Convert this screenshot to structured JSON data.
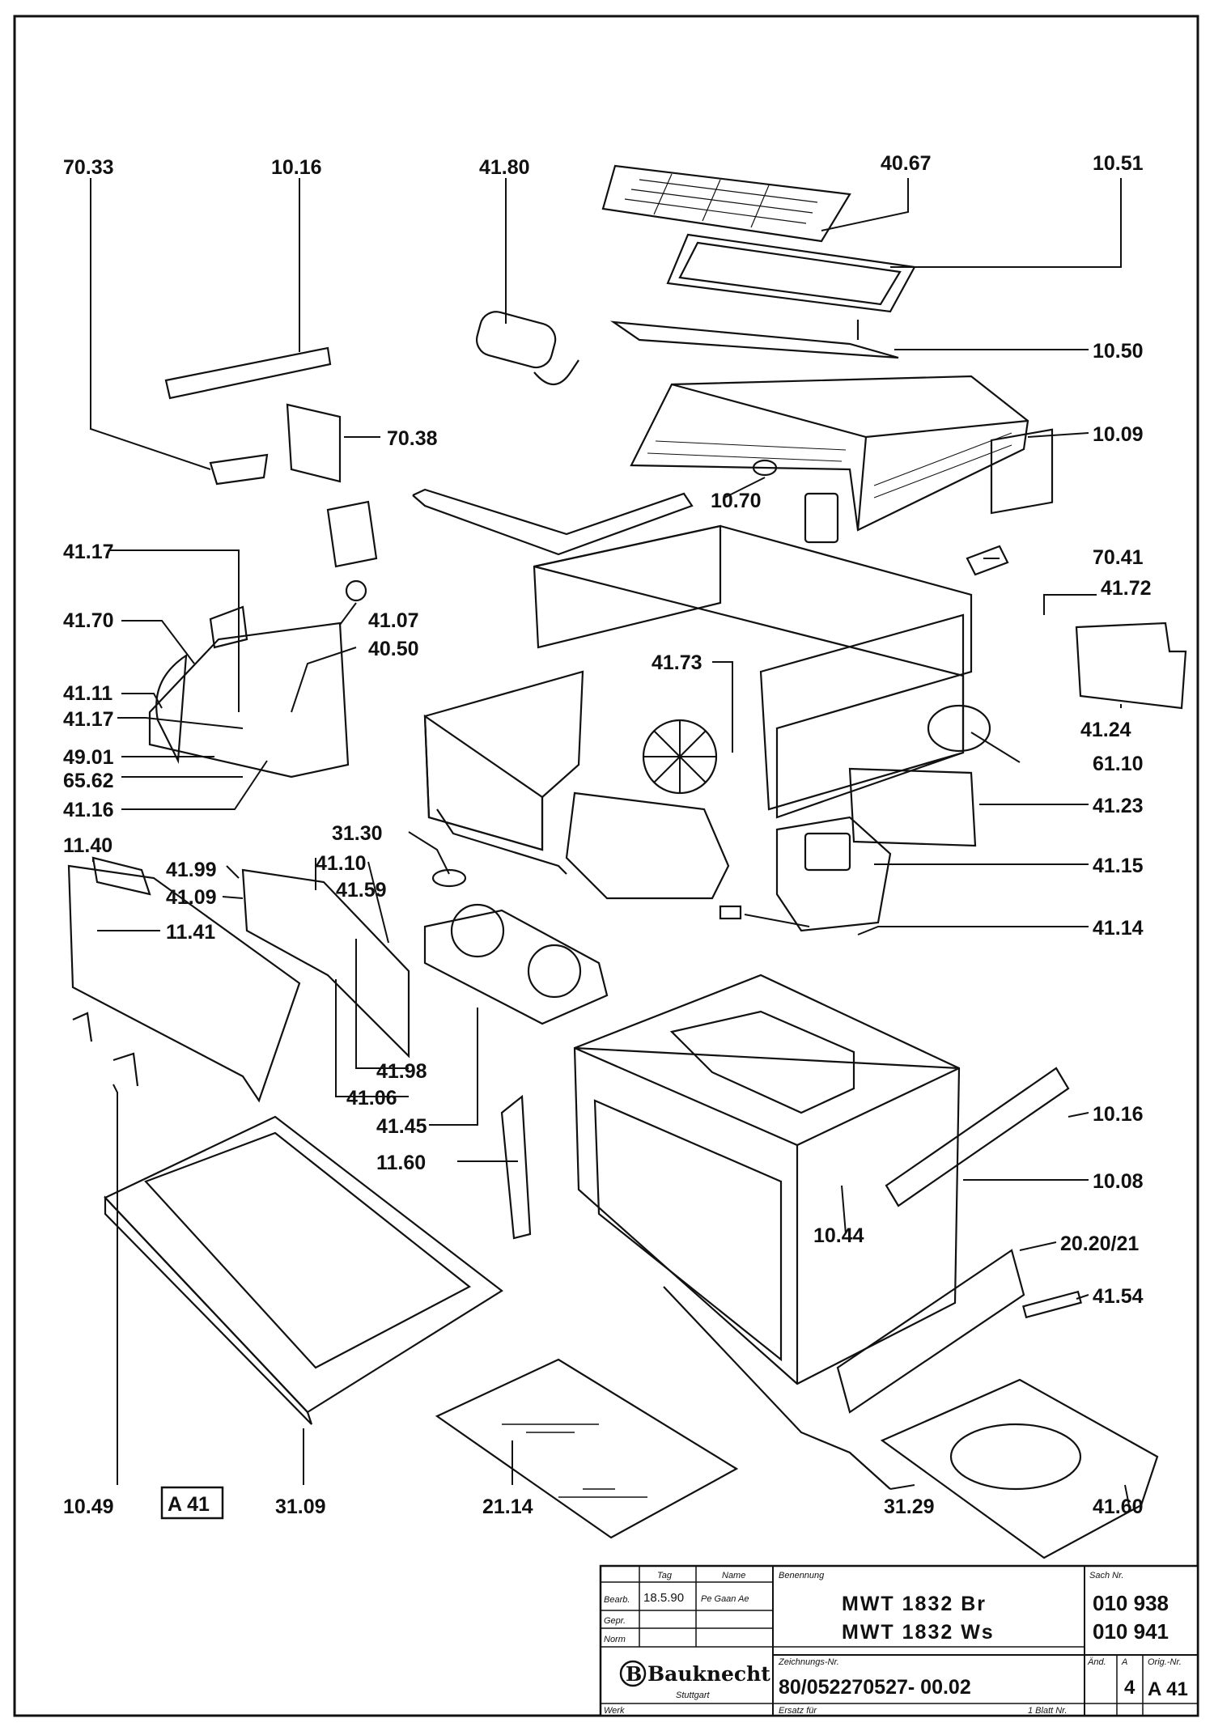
{
  "drawing": {
    "border_label": "A 41",
    "labels": [
      {
        "id": "p7033",
        "text": "70.33"
      },
      {
        "id": "p1016a",
        "text": "10.16"
      },
      {
        "id": "p4180",
        "text": "41.80"
      },
      {
        "id": "p4067",
        "text": "40.67"
      },
      {
        "id": "p1051",
        "text": "10.51"
      },
      {
        "id": "p1050",
        "text": "10.50"
      },
      {
        "id": "p7038",
        "text": "70.38"
      },
      {
        "id": "p1009",
        "text": "10.09"
      },
      {
        "id": "p1070",
        "text": "10.70"
      },
      {
        "id": "p4117a",
        "text": "41.17"
      },
      {
        "id": "p4107",
        "text": "41.07"
      },
      {
        "id": "p7041",
        "text": "70.41"
      },
      {
        "id": "p4172",
        "text": "41.72"
      },
      {
        "id": "p4170",
        "text": "41.70"
      },
      {
        "id": "p4050",
        "text": "40.50"
      },
      {
        "id": "p4111",
        "text": "41.11"
      },
      {
        "id": "p4173",
        "text": "41.73"
      },
      {
        "id": "p4117b",
        "text": "41.17"
      },
      {
        "id": "p4124",
        "text": "41.24"
      },
      {
        "id": "p4901",
        "text": "49.01"
      },
      {
        "id": "p6110",
        "text": "61.10"
      },
      {
        "id": "p6562",
        "text": "65.62"
      },
      {
        "id": "p4116",
        "text": "41.16"
      },
      {
        "id": "p4123",
        "text": "41.23"
      },
      {
        "id": "p1140",
        "text": "11.40"
      },
      {
        "id": "p3130",
        "text": "31.30"
      },
      {
        "id": "p4110",
        "text": "41.10"
      },
      {
        "id": "p4199",
        "text": "41.99"
      },
      {
        "id": "p4159",
        "text": "41.59"
      },
      {
        "id": "p4109",
        "text": "41.09"
      },
      {
        "id": "p4115",
        "text": "41.15"
      },
      {
        "id": "p1141",
        "text": "11.41"
      },
      {
        "id": "p4114",
        "text": "41.14"
      },
      {
        "id": "p4198",
        "text": "41.98"
      },
      {
        "id": "p4106",
        "text": "41.06"
      },
      {
        "id": "p1016b",
        "text": "10.16"
      },
      {
        "id": "p4145",
        "text": "41.45"
      },
      {
        "id": "p1160",
        "text": "11.60"
      },
      {
        "id": "p1008",
        "text": "10.08"
      },
      {
        "id": "p1044",
        "text": "10.44"
      },
      {
        "id": "p2020",
        "text": "20.20/21"
      },
      {
        "id": "p4154",
        "text": "41.54"
      },
      {
        "id": "p1049",
        "text": "10.49"
      },
      {
        "id": "p3109",
        "text": "31.09"
      },
      {
        "id": "p2114",
        "text": "21.14"
      },
      {
        "id": "p3129",
        "text": "31.29"
      },
      {
        "id": "p4160",
        "text": "41.60"
      }
    ]
  },
  "title_block": {
    "col_tag": "Tag",
    "col_name": "Name",
    "col_benennung": "Benennung",
    "col_sach_nr": "Sach Nr.",
    "row_bearb": "Bearb.",
    "row_gepr": "Gepr.",
    "row_norm": "Norm",
    "bearb_date": "18.5.90",
    "bearb_name": "Pe Gaan Ae",
    "model_1": "MWT  1832  Br",
    "model_2": "MWT  1832  Ws",
    "sach_nr_1": "010 938",
    "sach_nr_2": "010 941",
    "brand": "Bauknecht",
    "brand_city": "Stuttgart",
    "zeichnungs_nr_label": "Zeichnungs-Nr.",
    "drawing_number": "80/052270527- 00.02",
    "aend_label": "Änd.",
    "aend_index": "4",
    "a_label": "A",
    "orig_nr_label": "Orig.-Nr.",
    "orig_nr": "A 41",
    "werk_label": "Werk",
    "ersatz_label": "Ersatz für",
    "blatt_label": "1 Blatt Nr."
  }
}
